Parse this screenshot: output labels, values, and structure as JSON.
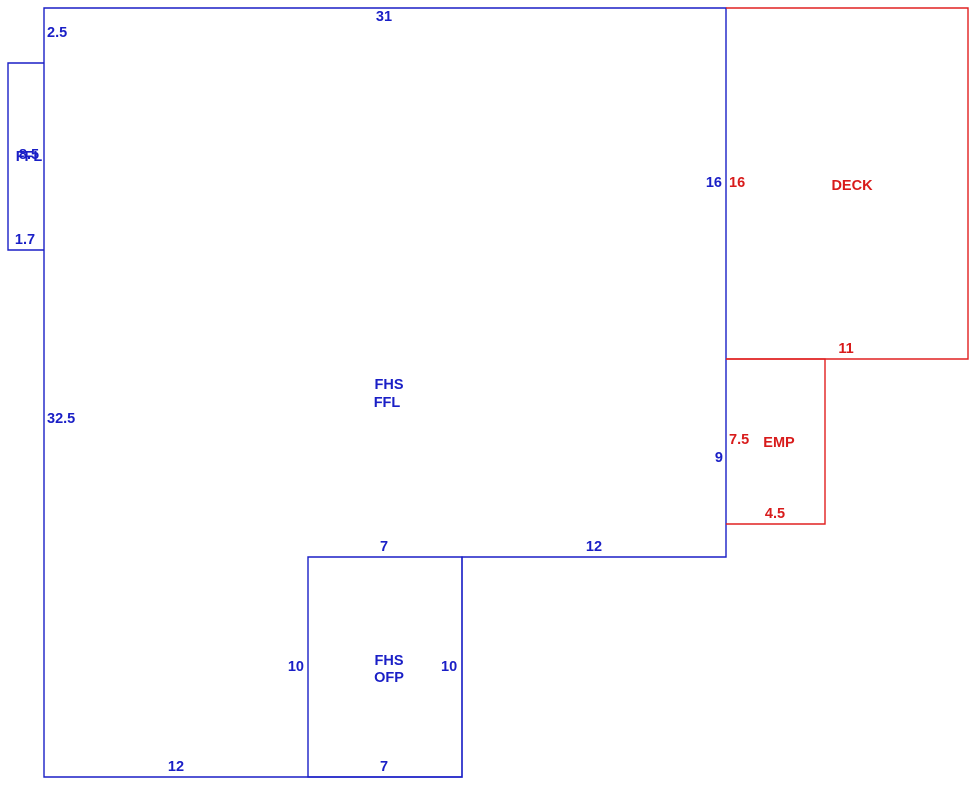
{
  "colors": {
    "primary": "#1a1fc6",
    "secondary": "#e02020"
  },
  "main_area": {
    "labels": [
      "FHS",
      "FFL"
    ],
    "dims": {
      "top": "31",
      "left_top": "2.5",
      "left_bottom": "32.5",
      "right_upper": "16",
      "right_lower": "9",
      "bottom_right": "12",
      "bottom_left": "12"
    }
  },
  "small_area": {
    "label": "FFL",
    "dims": {
      "height": "8.5",
      "width": "1.7"
    }
  },
  "porch": {
    "labels": [
      "FHS",
      "OFP"
    ],
    "dims": {
      "top": "7",
      "bottom": "7",
      "left": "10",
      "right": "10"
    }
  },
  "deck": {
    "label": "DECK",
    "dims": {
      "height": "16",
      "width": "11"
    }
  },
  "emp": {
    "label": "EMP",
    "dims": {
      "height": "7.5",
      "width": "4.5"
    }
  }
}
